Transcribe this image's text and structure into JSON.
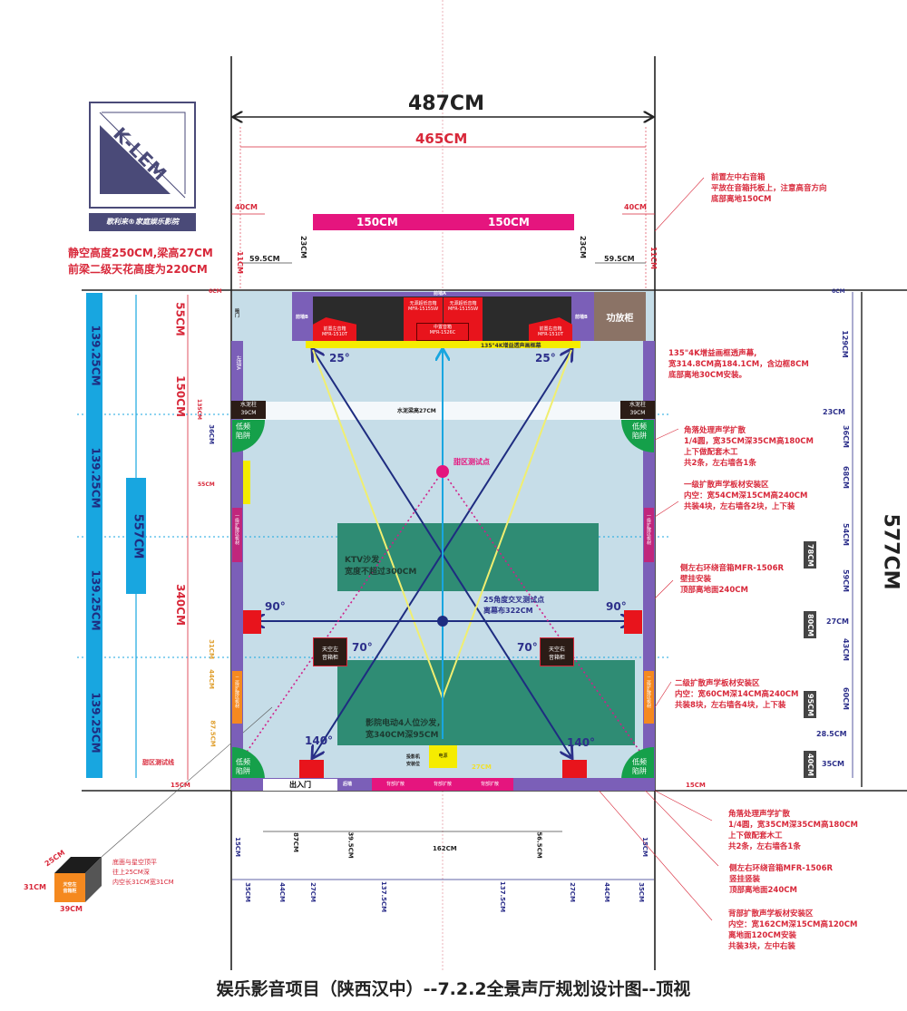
{
  "title": "娱乐影音项目（陕西汉中）--7.2.2全景声厅规划设计图--顶视",
  "logo": {
    "text": "K-LEM",
    "subtitle": "歌利来®家庭娱乐影院",
    "brand_color": "#4a4a78"
  },
  "notes_top_left": [
    "静空高度250CM,梁高27CM",
    "前梁二级天花高度为220CM"
  ],
  "top_dims": {
    "outer": "487CM",
    "inner": "465CM",
    "screen_left": "150CM",
    "screen_right": "150CM",
    "left_40": "40CM",
    "right_40": "40CM",
    "left_595": "59.5CM",
    "right_595": "59.5CM",
    "left_23": "23CM",
    "right_23": "23CM",
    "left_11": "11CM",
    "right_11": "11CM",
    "left_6": "6CM",
    "right_6": "6CM"
  },
  "left_dims": {
    "blue": [
      "139.25CM",
      "139.25CM",
      "139.25CM",
      "139.25CM"
    ],
    "total": "557CM",
    "red": [
      "55CM",
      "150CM",
      "340CM"
    ],
    "small": [
      "135CM",
      "36CM",
      "55CM",
      "31CM",
      "44CM",
      "87.5CM"
    ],
    "sweet_line": "甜区测试线",
    "bottom_15": "15CM"
  },
  "right_dims": {
    "total": "577CM",
    "segments": [
      "129CM",
      "23CM",
      "36CM",
      "68CM",
      "54CM",
      "59CM",
      "27CM",
      "43CM",
      "60CM",
      "28.5CM",
      "35CM"
    ],
    "boxes": [
      "78CM",
      "80CM",
      "95CM",
      "40CM"
    ],
    "bottom_15": "15CM"
  },
  "bottom_dims": {
    "row1": [
      "15CM",
      "87CM",
      "39.5CM",
      "162CM",
      "56.5CM",
      "15CM"
    ],
    "row2": [
      "35CM",
      "44CM",
      "27CM",
      "137.5CM",
      "137.5CM",
      "27CM",
      "44CM",
      "35CM"
    ]
  },
  "room": {
    "front_wall": "前墙A",
    "side_b_left": "前墙B",
    "side_b_right": "前墙B",
    "amp_cabinet": "功放柜",
    "door_left": "暗门",
    "spk_left": [
      "前置左音箱",
      "MFR-1510T"
    ],
    "spk_right": [
      "前置右音箱",
      "MFR-1510T"
    ],
    "sub_left": [
      "无源超低音箱",
      "MFR-1515SW"
    ],
    "sub_right": [
      "无源超低音箱",
      "MFR-1515SW"
    ],
    "center": [
      "中置音箱",
      "MFR-1526C"
    ],
    "screen": "135\"4K增益透声画框幕",
    "angle_25": "25°",
    "angle_90": "90°",
    "angle_70": "70°",
    "angle_140": "140°",
    "beam": "水泥梁高27CM",
    "pillar": [
      "水泥柱",
      "39CM"
    ],
    "bass_trap": [
      "低频",
      "陷阱"
    ],
    "sweet_point": "甜区测试点",
    "ktv_sofa": [
      "KTV沙发",
      "宽度不超过300CM"
    ],
    "cross_point": [
      "25角度交叉测试点",
      "离幕布322CM"
    ],
    "ceiling_spk": [
      "天空左",
      "音箱柜"
    ],
    "ceiling_spk_r": [
      "天空右",
      "音箱柜"
    ],
    "cinema_sofa": [
      "影院电动4人位沙发，",
      "宽340CM深95CM"
    ],
    "projector": [
      "投影机",
      "安装位"
    ],
    "projector_box": "电源",
    "proj_dim": "27CM",
    "entrance": "出入门",
    "rear_wall": "后墙",
    "rear_diffuse": [
      "背部扩散",
      "背部扩散",
      "背部扩散"
    ],
    "diffuse1": "一级扩散区板材",
    "diffuse2": "二级扩散区板材",
    "side_wall": "左墙A"
  },
  "annotations": {
    "front_speakers": [
      "前置左中右音箱",
      "平放在音箱托板上，注意高音方向",
      "底部离地150CM"
    ],
    "screen": [
      "135\"4K增益画框透声幕,",
      "宽314.8CM高184.1CM，含边框8CM",
      "底部离地30CM安装。"
    ],
    "corner": [
      "角落处理声学扩散",
      "1/4圆，宽35CM深35CM高180CM",
      "上下做配套木工",
      "共2条，左右墙各1条"
    ],
    "diffuse1": [
      "一级扩散声学板材安装区",
      "内空：宽54CM深15CM高240CM",
      "共装4块，左右墙各2块，上下装"
    ],
    "surround": [
      "侧左右环绕音箱MFR-1506R",
      "壁挂安装",
      "顶部离地面240CM"
    ],
    "diffuse2": [
      "二级扩散声学板材安装区",
      "内空：宽60CM深14CM高240CM",
      "共装8块，左右墙各4块，上下装"
    ],
    "corner2": [
      "角落处理声学扩散",
      "1/4圆，宽35CM深35CM高180CM",
      "上下做配套木工",
      "共2条，左右墙各1条"
    ],
    "surround2": [
      "侧左右环绕音箱MFR-1506R",
      "竖挂竖装",
      "顶部离地面240CM"
    ],
    "rear": [
      "背部扩散声学板材安装区",
      "内空：宽162CM深15CM高120CM",
      "离地面120CM安装",
      "共装3块，左中右装"
    ]
  },
  "box_detail": {
    "depth": "25CM",
    "height": "31CM",
    "width": "39CM",
    "label": [
      "天空左",
      "音箱柜"
    ],
    "note": [
      "底面与星空顶平",
      "往上25CM深",
      "内空长31CM宽31CM"
    ]
  },
  "colors": {
    "wall": "#7b5fb8",
    "room": "#c6dde8",
    "sofa": "#2f8c74",
    "speaker": "#e8141c",
    "pink": "#e5157e",
    "dim_red": "#d8283a",
    "dim_navy": "#2c2f8a",
    "cyan": "#18a6e0"
  }
}
